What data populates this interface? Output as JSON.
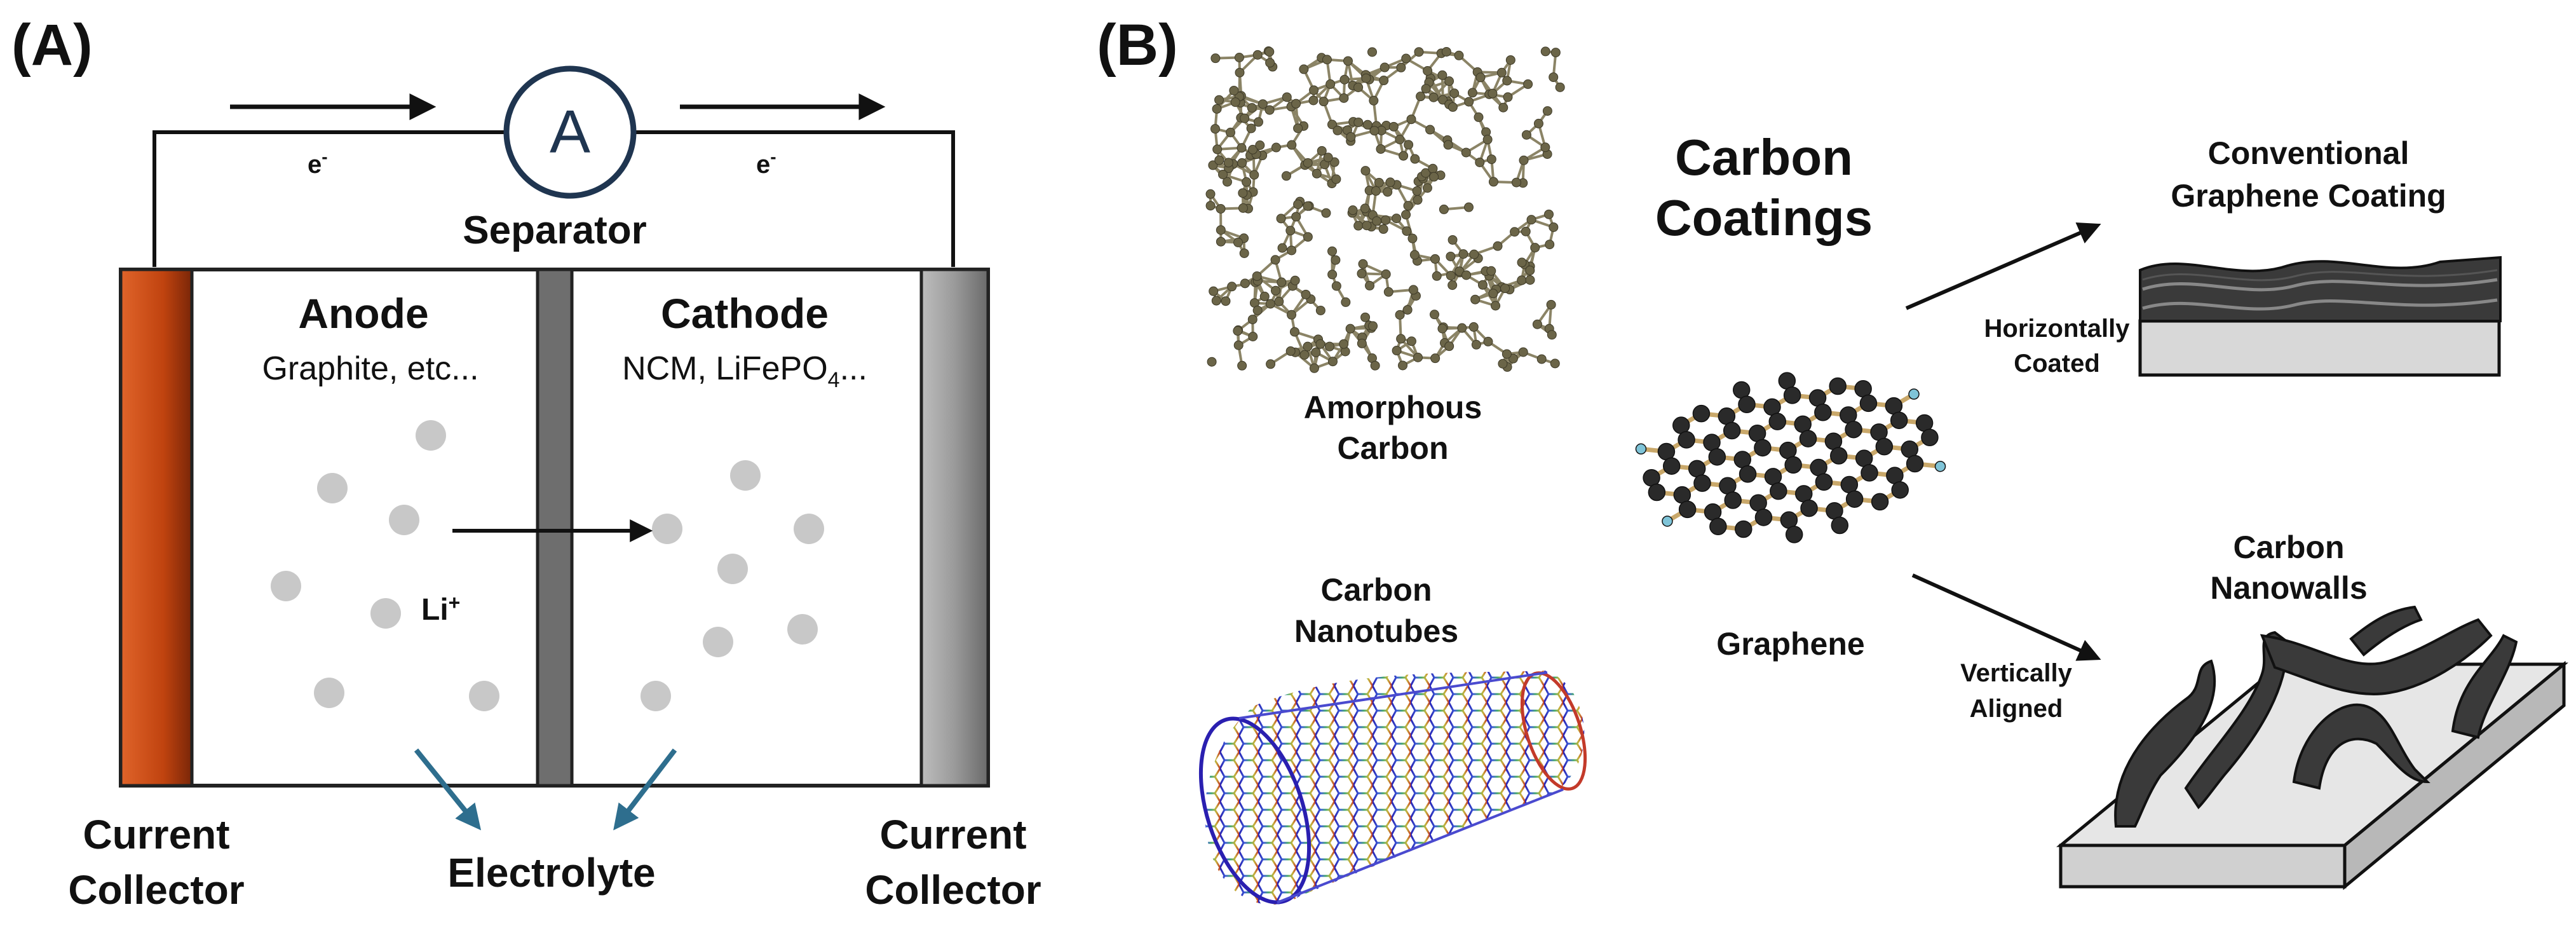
{
  "panel_a": {
    "label": "(A)",
    "ammeter": "A",
    "electron_left": "e",
    "electron_right": "e",
    "electron_sup": "-",
    "separator": "Separator",
    "anode_title": "Anode",
    "anode_sub": "Graphite, etc...",
    "cathode_title": "Cathode",
    "cathode_sub_pre": "NCM, LiFePO",
    "cathode_sub_sub": "4",
    "cathode_sub_post": "...",
    "li_ion": "Li",
    "li_sup": "+",
    "left_collector_line1": "Current",
    "left_collector_line2": "Collector",
    "right_collector_line1": "Current",
    "right_collector_line2": "Collector",
    "electrolyte": "Electrolyte"
  },
  "panel_b": {
    "label": "(B)",
    "title_line1": "Carbon",
    "title_line2": "Coatings",
    "amorphous_line1": "Amorphous",
    "amorphous_line2": "Carbon",
    "nanotubes_line1": "Carbon",
    "nanotubes_line2": "Nanotubes",
    "graphene": "Graphene",
    "horizontal_line1": "Horizontally",
    "horizontal_line2": "Coated",
    "vertical_line1": "Vertically",
    "vertical_line2": "Aligned",
    "conventional_line1": "Conventional",
    "conventional_line2": "Graphene Coating",
    "nanowalls_line1": "Carbon",
    "nanowalls_line2": "Nanowalls"
  },
  "colors": {
    "copper_collector": "#C0430F",
    "aluminum_collector": "#8A8A8A",
    "separator": "#6E6E6E",
    "li_ion": "#C8C8C8",
    "electrolyte_arrow": "#2E6E8E",
    "graphene_atom": "#2A2A2A",
    "graphene_h": "#7FC4D8",
    "graphene_sheet": "#3A3A3A",
    "substrate": "#D8D8D8",
    "amorphous": "#6B6548"
  }
}
